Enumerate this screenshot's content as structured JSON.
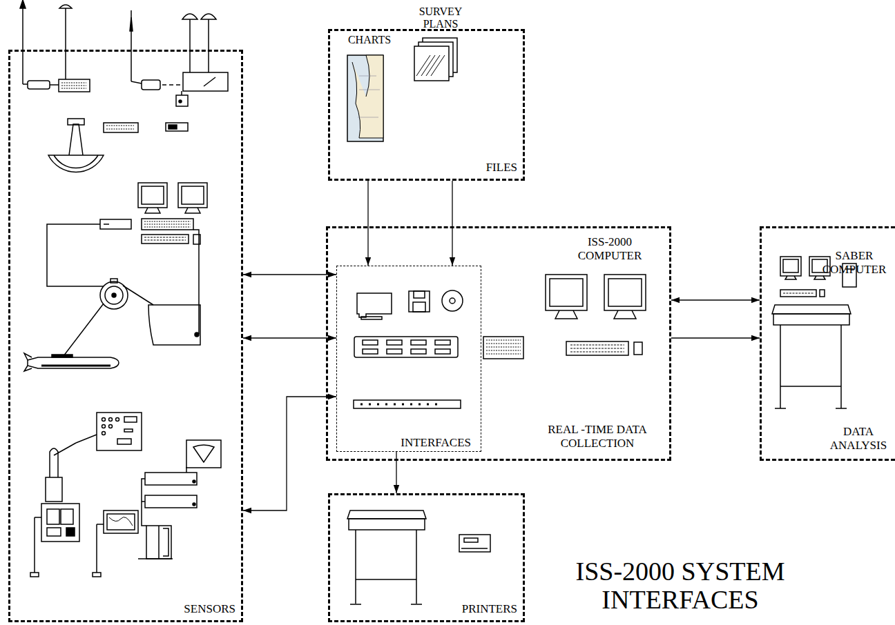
{
  "diagram": {
    "title": "ISS-2000 SYSTEM INTERFACES",
    "nodes": [
      {
        "text": [
          "SENSORS"
        ]
      },
      {
        "text": [
          "FILES"
        ]
      },
      {
        "text": [
          "ISS-2000 COMPUTER",
          "REAL -TIME DATA COLLECTION"
        ]
      },
      {
        "text": [
          "INTERFACES"
        ],
        "in": 2
      },
      {
        "text": [
          "SABER COMPUTER",
          "DATA ANALYSIS"
        ]
      },
      {
        "text": [
          "PRINTERS"
        ]
      }
    ],
    "edges": [
      {
        "from": 0,
        "to": 3,
        "arrow": "both"
      },
      {
        "from": 0,
        "to": 3,
        "arrow": "both"
      },
      {
        "from": 0,
        "to": 3,
        "arrow": "both"
      },
      {
        "from": 1,
        "to": 3,
        "arrow": "to"
      },
      {
        "from": 1,
        "to": 3,
        "arrow": "to"
      },
      {
        "from": 2,
        "to": 4,
        "arrow": "both"
      },
      {
        "from": 2,
        "to": 4,
        "arrow": "to"
      },
      {
        "from": 3,
        "to": 5,
        "arrow": "to"
      }
    ],
    "labels": [
      "CHARTS",
      "SURVEY PLANS"
    ]
  }
}
